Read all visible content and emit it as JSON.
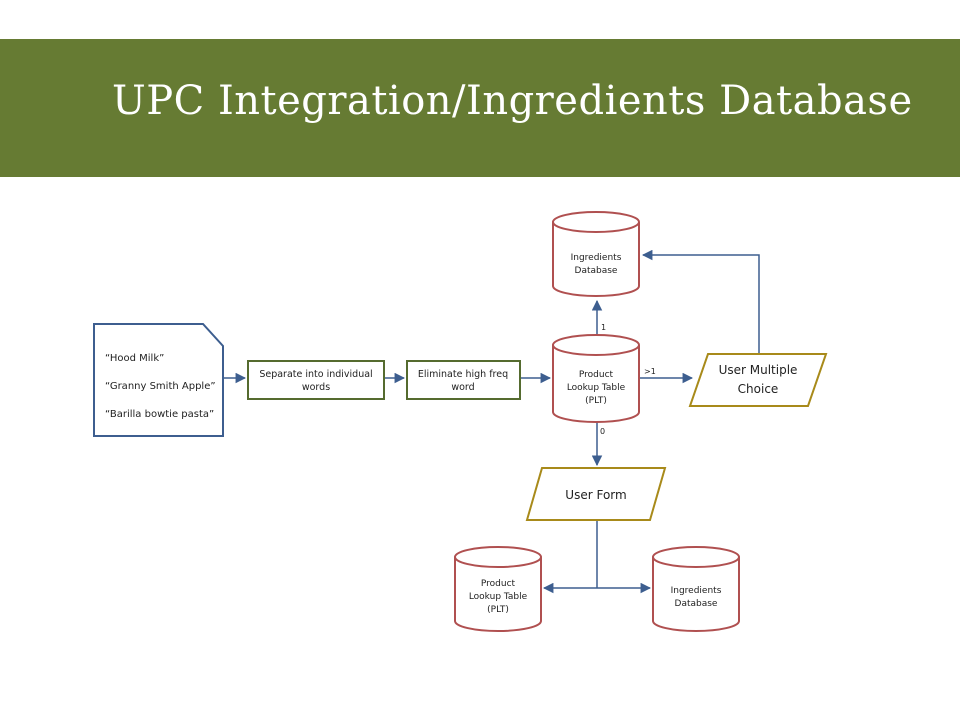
{
  "slide": {
    "title": "UPC Integration/Ingredients Database",
    "colors": {
      "title_bar": "#667b33",
      "arrow": "#3d5e8f",
      "document_border": "#3d5e8f",
      "process_border": "#556b2f",
      "database_border": "#b05050",
      "io_border": "#a88a1a"
    }
  },
  "input_doc": {
    "lines": [
      "“Hood Milk”",
      "“Granny Smith Apple”",
      "“Barilla bowtie pasta”"
    ]
  },
  "process_separate": {
    "lines": [
      "Separate into individual",
      "words"
    ]
  },
  "process_eliminate": {
    "lines": [
      "Eliminate high freq",
      "word"
    ]
  },
  "db_plt_main": {
    "lines": [
      "Product",
      "Lookup Table",
      "(PLT)"
    ]
  },
  "db_ingredients_top": {
    "lines": [
      "Ingredients",
      "Database"
    ]
  },
  "io_user_multiple_choice": {
    "lines": [
      "User Multiple",
      "Choice"
    ]
  },
  "io_user_form": {
    "label": "User Form"
  },
  "db_plt_bottom": {
    "lines": [
      "Product",
      "Lookup Table",
      "(PLT)"
    ]
  },
  "db_ingredients_bottom": {
    "lines": [
      "Ingredients",
      "Database"
    ]
  },
  "edge_labels": {
    "one": "1",
    "many": ">1",
    "zero": "0"
  }
}
